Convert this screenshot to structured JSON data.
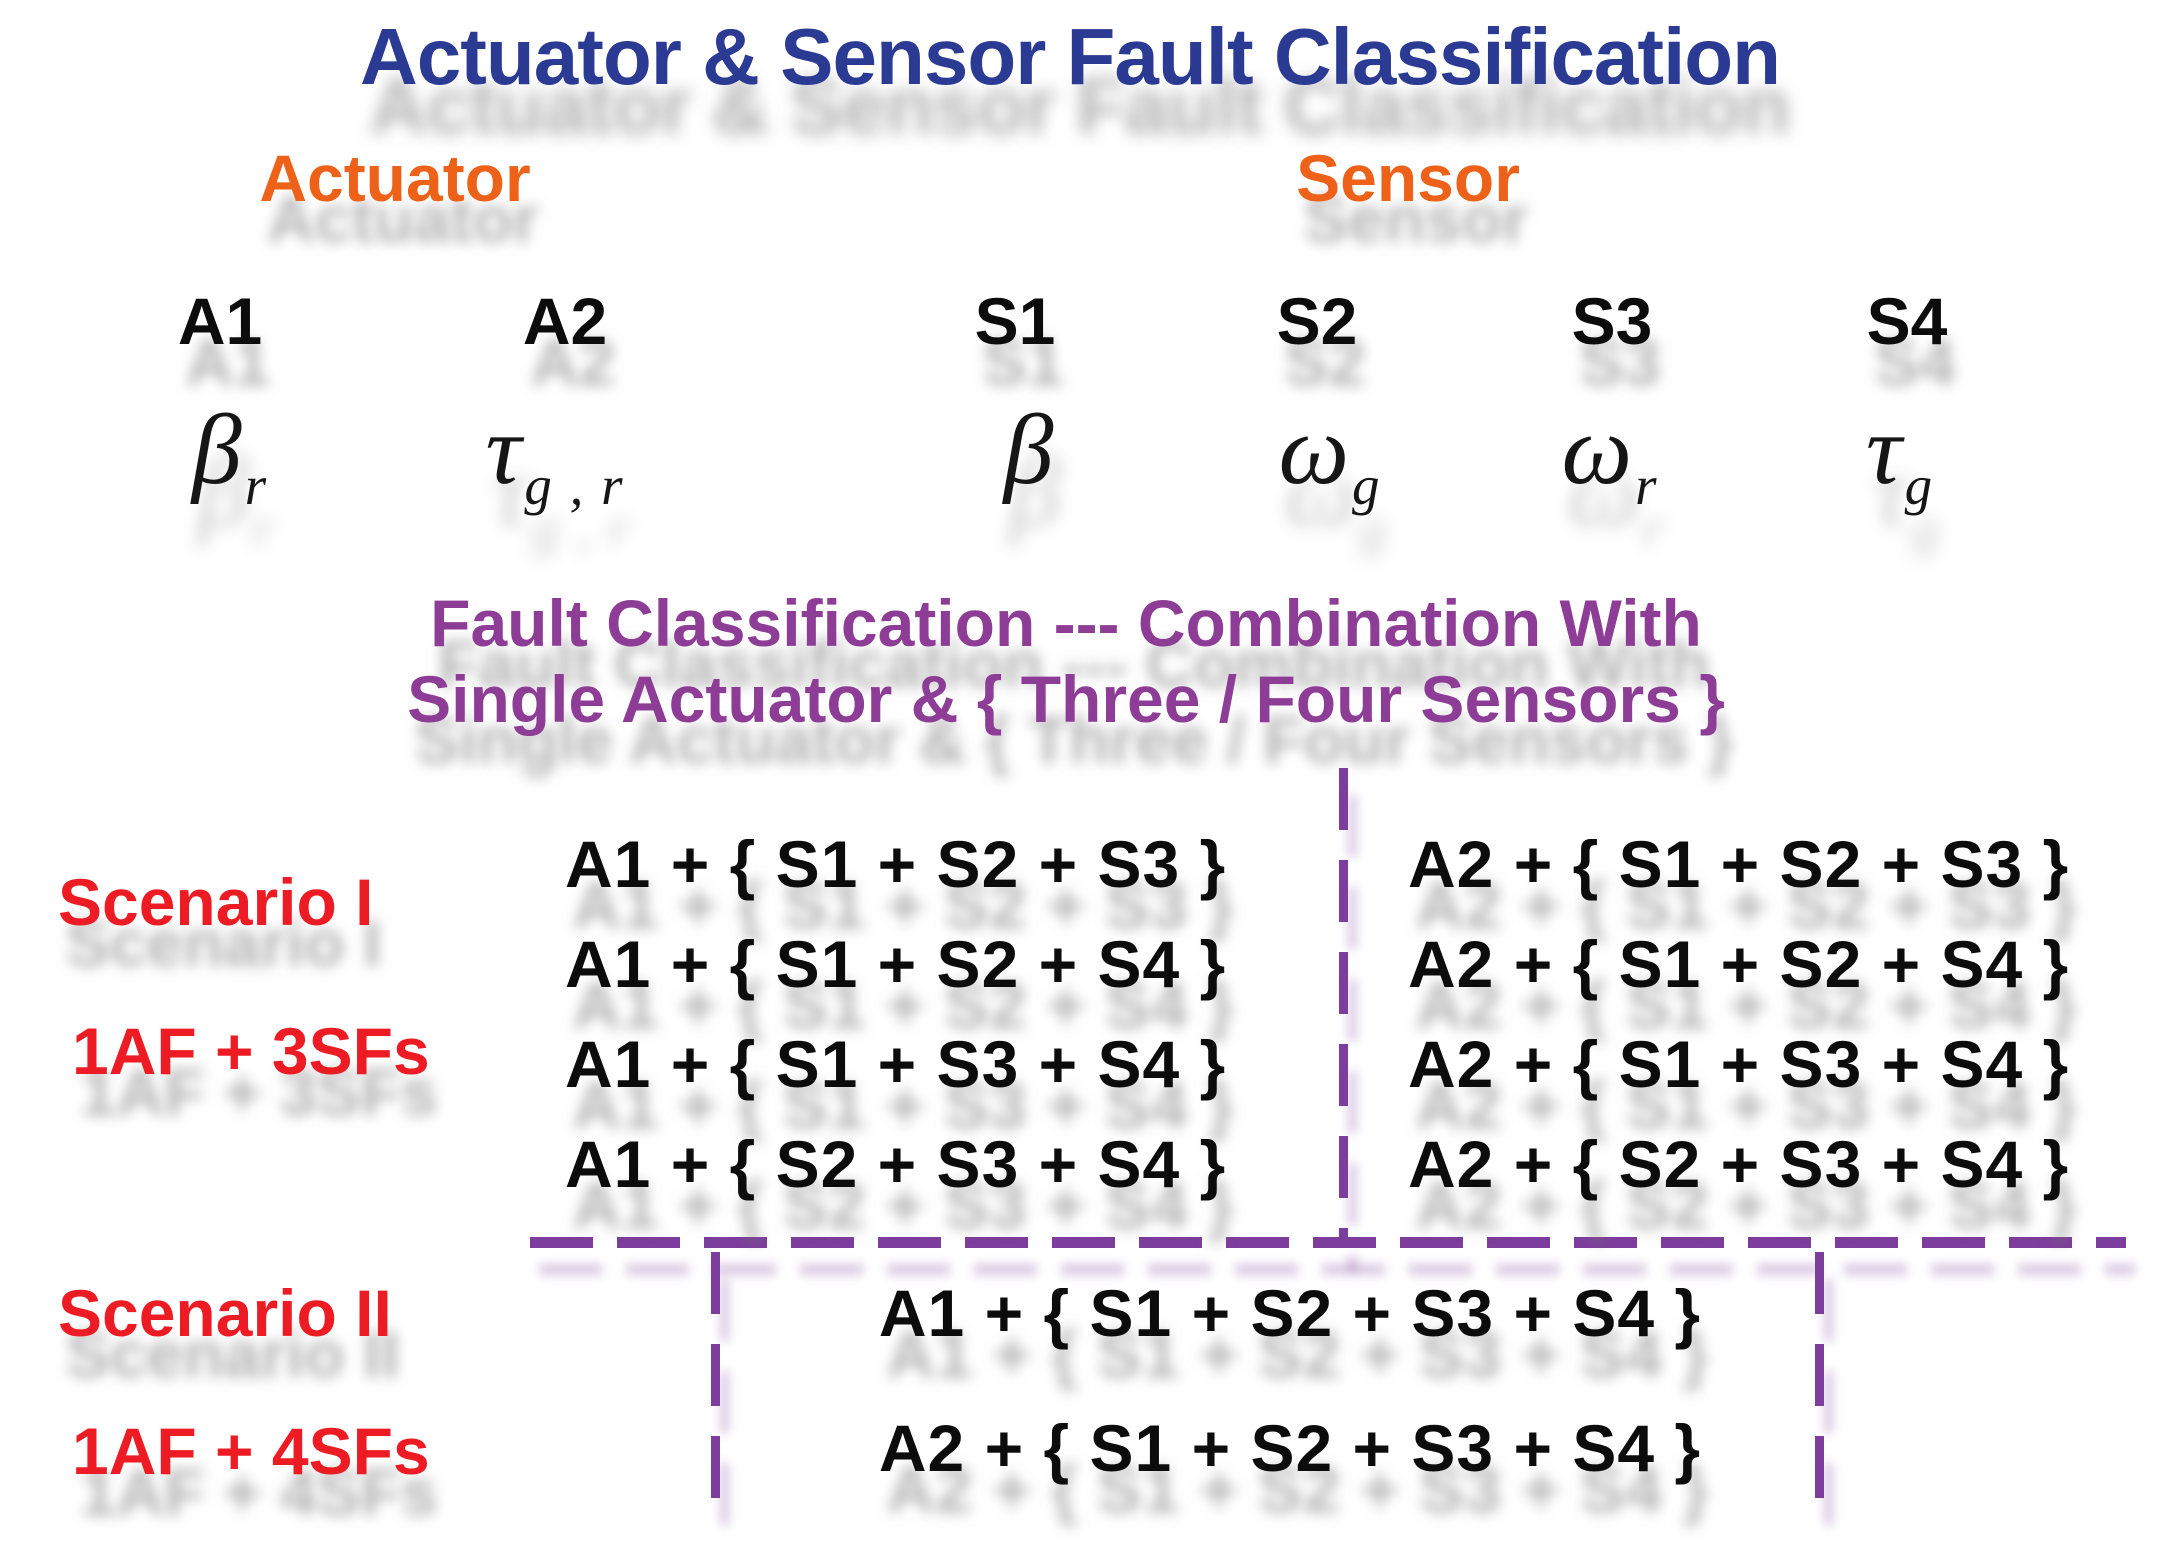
{
  "slide": {
    "title": "Actuator & Sensor Fault Classification",
    "actuator_group_label": "Actuator",
    "sensor_group_label": "Sensor",
    "columns": [
      {
        "id": "A1",
        "symbol": "β",
        "subscript": "r"
      },
      {
        "id": "A2",
        "symbol": "τ",
        "subscript": "g , r"
      },
      {
        "id": "S1",
        "symbol": "β",
        "subscript": ""
      },
      {
        "id": "S2",
        "symbol": "ω",
        "subscript": "g"
      },
      {
        "id": "S3",
        "symbol": "ω",
        "subscript": "r"
      },
      {
        "id": "S4",
        "symbol": "τ",
        "subscript": "g"
      }
    ],
    "classification_heading": {
      "line1": "Fault Classification --- Combination With",
      "line2": "Single Actuator & { Three / Four Sensors }"
    },
    "scenario1": {
      "label": "Scenario I",
      "sublabel": "1AF + 3SFs",
      "a1_rows": [
        "A1 + { S1 + S2 + S3 }",
        "A1 + { S1 + S2 + S4 }",
        "A1 + { S1 + S3 + S4 }",
        "A1 + { S2 + S3 + S4 }"
      ],
      "a2_rows": [
        "A2 + { S1 + S2 + S3 }",
        "A2 + { S1 + S2 + S4 }",
        "A2 + { S1 + S3 + S4 }",
        "A2 + { S2 + S3 + S4 }"
      ]
    },
    "scenario2": {
      "label": "Scenario II",
      "sublabel": "1AF + 4SFs",
      "rows": [
        "A1 + { S1 + S2 + S3 + S4 }",
        "A2 + { S1 + S2 + S3 + S4 }"
      ]
    },
    "colors": {
      "title_blue": "#2B3A92",
      "group_orange": "#EE6118",
      "heading_purple": "#8E3D96",
      "divider_purple": "#7C3D9C",
      "scenario_red": "#ED1C24",
      "text_black": "#0C0C0C"
    }
  }
}
